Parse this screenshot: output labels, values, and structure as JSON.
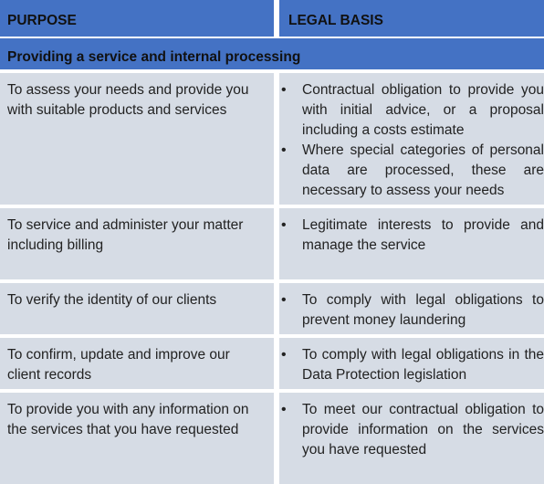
{
  "header": {
    "purpose_label": "PURPOSE",
    "legal_basis_label": "LEGAL BASIS"
  },
  "section": {
    "title": "Providing a service and internal processing"
  },
  "rows": [
    {
      "purpose": "To assess your needs and provide you with suitable products and services",
      "basis": [
        "Contractual obligation to provide you with initial advice, or a proposal including a costs estimate",
        "Where special categories of personal data are processed, these are necessary to assess your needs"
      ]
    },
    {
      "purpose": "To service and administer your matter including billing",
      "basis": [
        "Legitimate interests to provide and manage the service"
      ]
    },
    {
      "purpose": "To verify the identity of our clients",
      "basis": [
        "To comply with legal obligations to prevent money laundering"
      ]
    },
    {
      "purpose": "To confirm, update and improve our client records",
      "basis": [
        "To comply with legal obligations in the Data Protection legislation"
      ]
    },
    {
      "purpose": "To provide you with any information on the services that you have requested",
      "basis": [
        "To meet our contractual obligation to provide information on the services you have requested"
      ]
    }
  ],
  "colors": {
    "header_bg": "#4472c4",
    "row_bg": "#d6dce5"
  }
}
